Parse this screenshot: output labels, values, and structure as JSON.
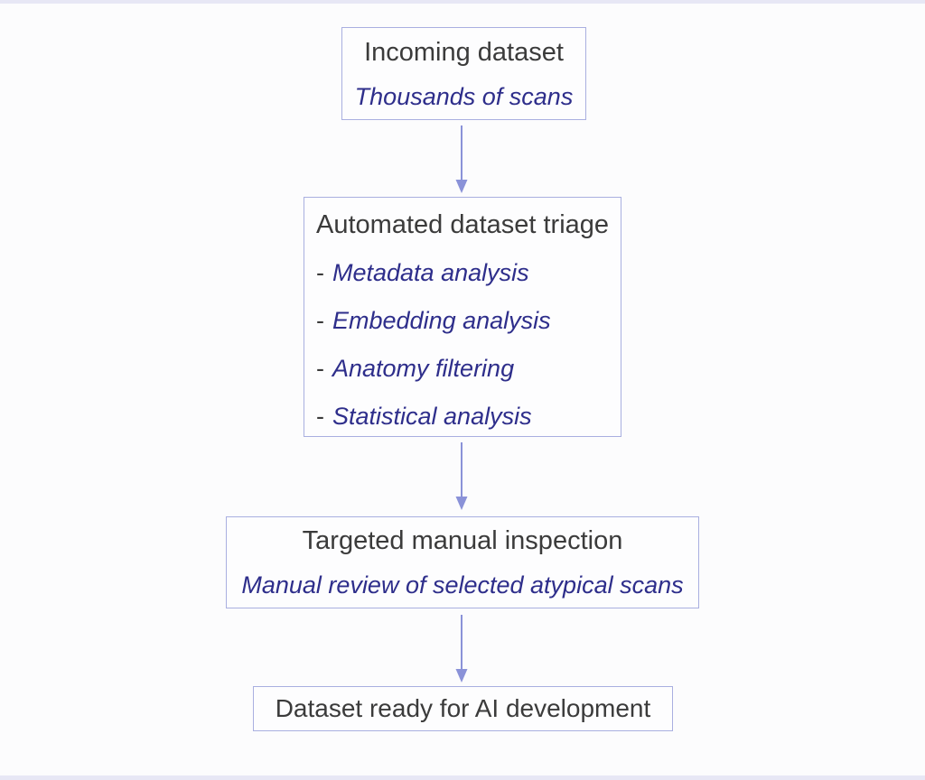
{
  "colors": {
    "background": "#fcfcfd",
    "edge_strip": "#e7e7f5",
    "box_border": "#a9afe0",
    "box_fill": "#fdfdfe",
    "arrow": "#8a92d8",
    "heading_text": "#3b3b3b",
    "accent_text": "#2e2e8b"
  },
  "diagram": {
    "nodes": [
      {
        "title": "Incoming dataset",
        "subtitle": "Thousands of scans"
      },
      {
        "title": "Automated dataset triage",
        "bullet": "-",
        "items": [
          "Metadata analysis",
          "Embedding analysis",
          "Anatomy filtering",
          "Statistical analysis"
        ]
      },
      {
        "title": "Targeted manual inspection",
        "subtitle": "Manual review of selected atypical scans"
      },
      {
        "title": "Dataset ready for AI development"
      }
    ]
  }
}
